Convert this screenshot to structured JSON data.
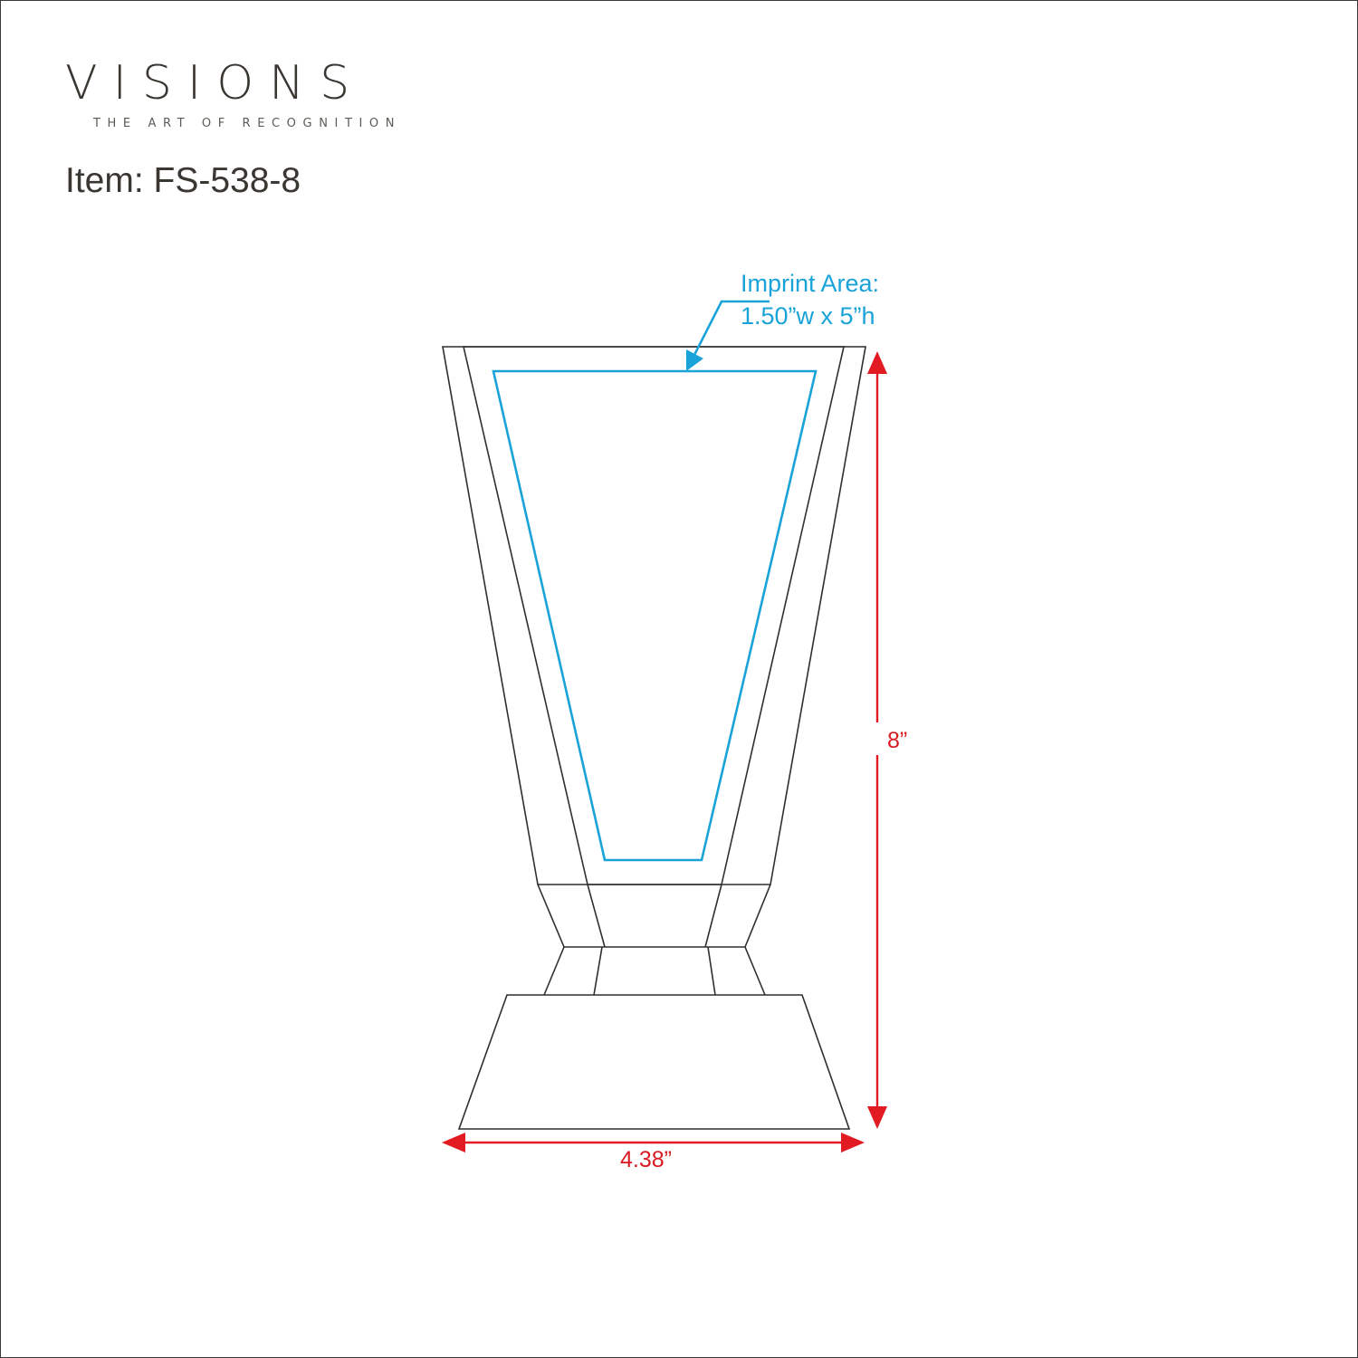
{
  "brand": {
    "name": "VISIONS",
    "tagline": "THE ART OF RECOGNITION"
  },
  "item": {
    "title": "Item: FS-538-8"
  },
  "imprint": {
    "label_line1": "Imprint Area:",
    "label_line2": "1.50”w x 5”h"
  },
  "dimensions": {
    "height": "8”",
    "width": "4.38”"
  },
  "colors": {
    "imprint_outline": "#1aa3d8",
    "dimension_lines": "#e21b22",
    "drawing_lines": "#2f2f2f"
  }
}
